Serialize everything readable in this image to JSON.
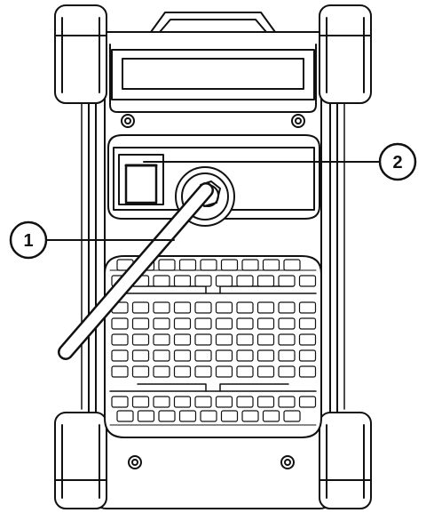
{
  "figure": {
    "line_color": "#111111",
    "fill_color": "#ffffff",
    "callouts": [
      {
        "number": "1",
        "target": "pull-handle"
      },
      {
        "number": "2",
        "target": "switch"
      }
    ]
  }
}
